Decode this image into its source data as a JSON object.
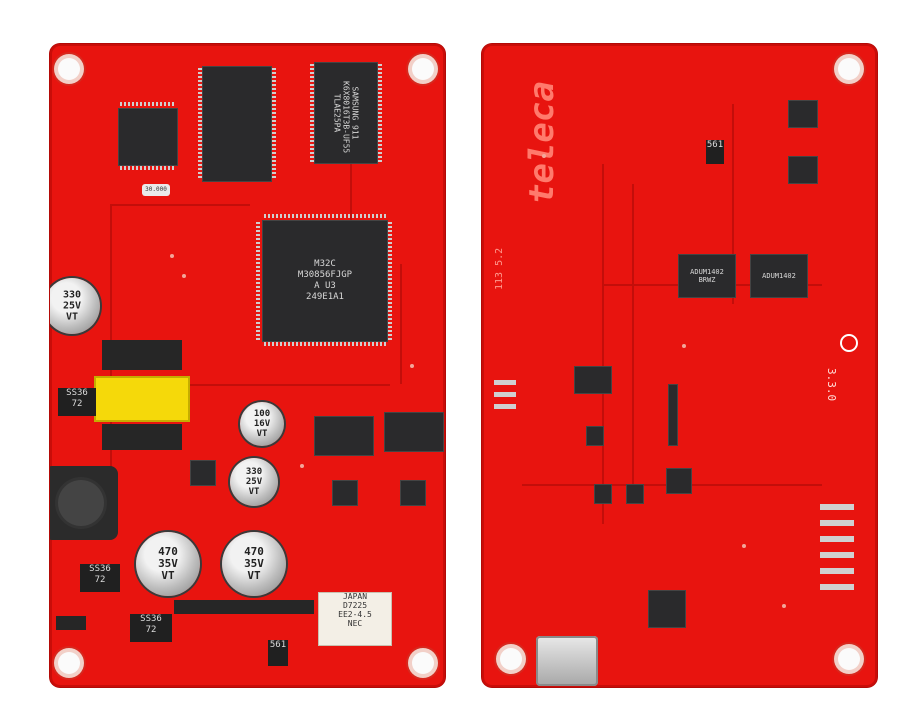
{
  "front_board": {
    "mcu_label": "M32C\nM30856FJGP\nA U3\n249E1A1",
    "sram_label": "SAMSUNG 911\nK6X8016T3B-UF55\nTLAE25PA",
    "crystal_label": "30.000",
    "cap_330_label": "330\n25V\nVT",
    "cap_100_label": "100\n16V\nVT",
    "cap_330b_label": "330\n25V\nVT",
    "cap_470a_label": "470\n35V\nVT",
    "cap_470b_label": "470\n35V\nVT",
    "diode_1_label": "SS36\n72",
    "diode_2_label": "SS36\n72",
    "diode_3_label": "SS36\n72",
    "relay_label": "JAPAN\nD7225\nEE2-4.5\nNEC",
    "small_chip_label": "561"
  },
  "back_board": {
    "logo_text": "teleca",
    "silk_version": "3.3.0",
    "silk_ref": "113 5.2",
    "isolator_1_label": "ADUM1402\nBRWZ",
    "isolator_2_label": "ADUM1402",
    "small_chip_label": "561"
  },
  "colors": {
    "pcb_red": "#e8140f",
    "chip_black": "#2a2a2c",
    "background": "#ffffff"
  }
}
